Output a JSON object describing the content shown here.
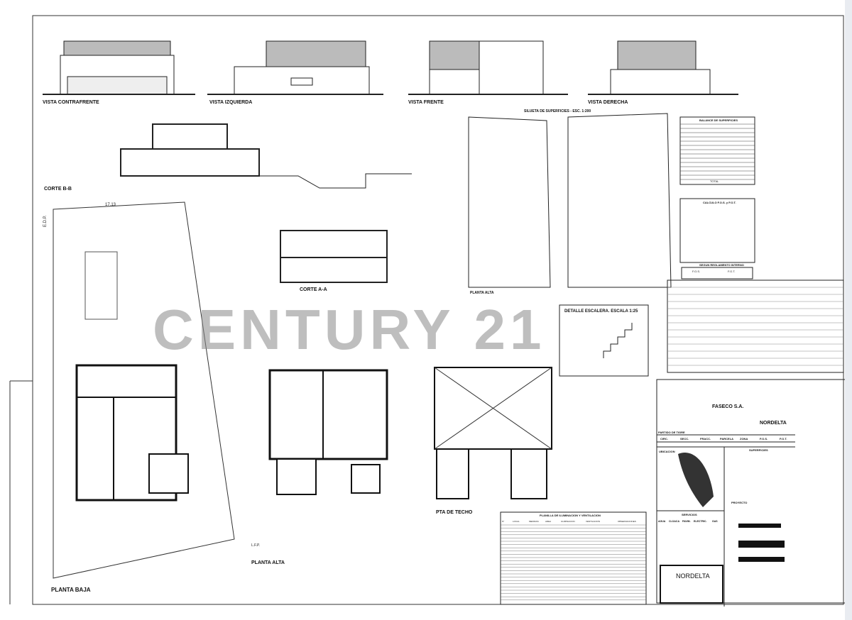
{
  "elevations": {
    "rear": "VISTA CONTRAFRENTE",
    "left": "VISTA IZQUIERDA",
    "front": "VISTA FRENTE",
    "right": "VISTA DERECHA"
  },
  "sections": {
    "bb": "CORTE B-B",
    "aa": "CORTE A-A"
  },
  "silhouette_title": "SILUETA DE SUPERFICIES - ESC. 1:200",
  "plan_labels": {
    "upper_floor_small": "PLANTA ALTA"
  },
  "balance": {
    "title": "BALANCE DE SUPERFICIES",
    "total_label": "TOTAL"
  },
  "fos_fot": {
    "title": "CALCULO F.O.S. y F.O.T.",
    "rule_title": "SEGUN REGLAMENTO INTERNO",
    "fos": "F.O.S.",
    "fot": "F.O.T."
  },
  "stair_detail": "DETALLE ESCALERA. ESCALA 1:25",
  "floors": {
    "ground": "PLANTA BAJA",
    "upper": "PLANTA ALTA",
    "roof": "PTA DE TECHO"
  },
  "dimensions": {
    "edp": "E.D.P.",
    "lfp": "L.F.P.",
    "front_width": "17.13"
  },
  "lighting_table": {
    "title": "PLANILLA DE ILUMINACION Y VENTILACION",
    "headers": [
      "N°",
      "LOCAL",
      "MEDIDAS",
      "AREA",
      "ILUMINACION",
      "VENTILACION",
      "OBSERVACIONES"
    ]
  },
  "title_block": {
    "owner": "FASECO S.A.",
    "place": "NORDELTA",
    "partido": "PARTIDO DE TIGRE",
    "cadastral_headers": [
      "CIRC.",
      "SECC.",
      "FRACC.",
      "PARCELA",
      "ZONA",
      "F.O.S.",
      "F.O.T."
    ],
    "location": "UBICACION",
    "surfaces": "SUPERFICIES",
    "project": "PROYECTO",
    "services": "SERVICIOS",
    "service_headers": [
      "AGUA",
      "CLOACA",
      "PAVIM.",
      "ELECTRIC.",
      "GAS"
    ],
    "stamp_logo": "NORDELTA"
  },
  "watermark": "CENTURY 21",
  "colors": {
    "line": "#1a1a1a",
    "watermark": "#8a8a8a",
    "paper": "#ffffff"
  }
}
